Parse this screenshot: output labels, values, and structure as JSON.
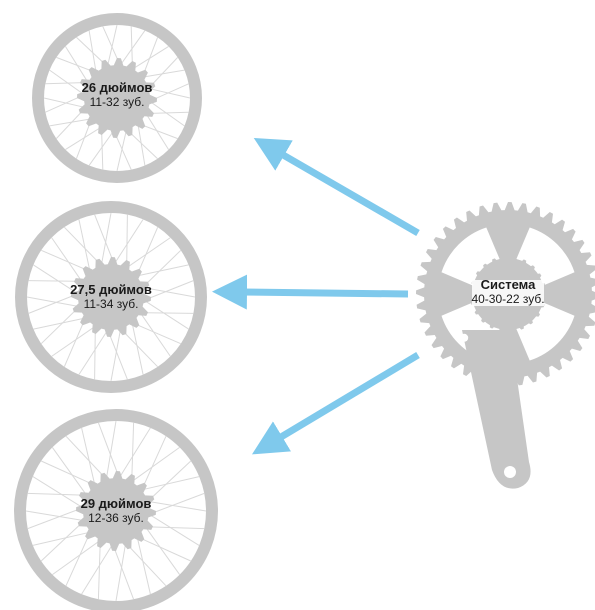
{
  "colors": {
    "background": "#ffffff",
    "component_gray": "#c6c6c6",
    "spoke_white": "#ffffff",
    "arrow_blue": "#7fc9ec",
    "text": "#1a1a1a"
  },
  "wheels": [
    {
      "size": "26 дюймов",
      "cassette": "11-32 зуб."
    },
    {
      "size": "27,5 дюймов",
      "cassette": "11-34 зуб."
    },
    {
      "size": "29 дюймов",
      "cassette": "12-36 зуб."
    }
  ],
  "crankset": {
    "label": "Система",
    "chainrings": "40-30-22 зуб."
  }
}
